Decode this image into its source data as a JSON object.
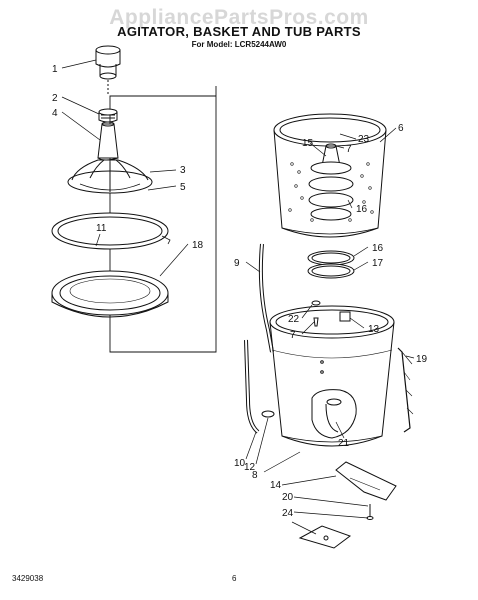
{
  "watermark": "AppliancePartsPros.com",
  "header": {
    "title": "AGITATOR, BASKET AND TUB PARTS",
    "model_line": "For Model: LCR5244AW0"
  },
  "footer": {
    "diagram_number": "3429038",
    "page_number": "6"
  },
  "callouts": [
    "1",
    "2",
    "4",
    "3",
    "5",
    "11",
    "18",
    "15",
    "23",
    "6",
    "7",
    "16",
    "9",
    "16",
    "17",
    "22",
    "7",
    "13",
    "19",
    "21",
    "10",
    "12",
    "8",
    "14",
    "20",
    "24"
  ]
}
